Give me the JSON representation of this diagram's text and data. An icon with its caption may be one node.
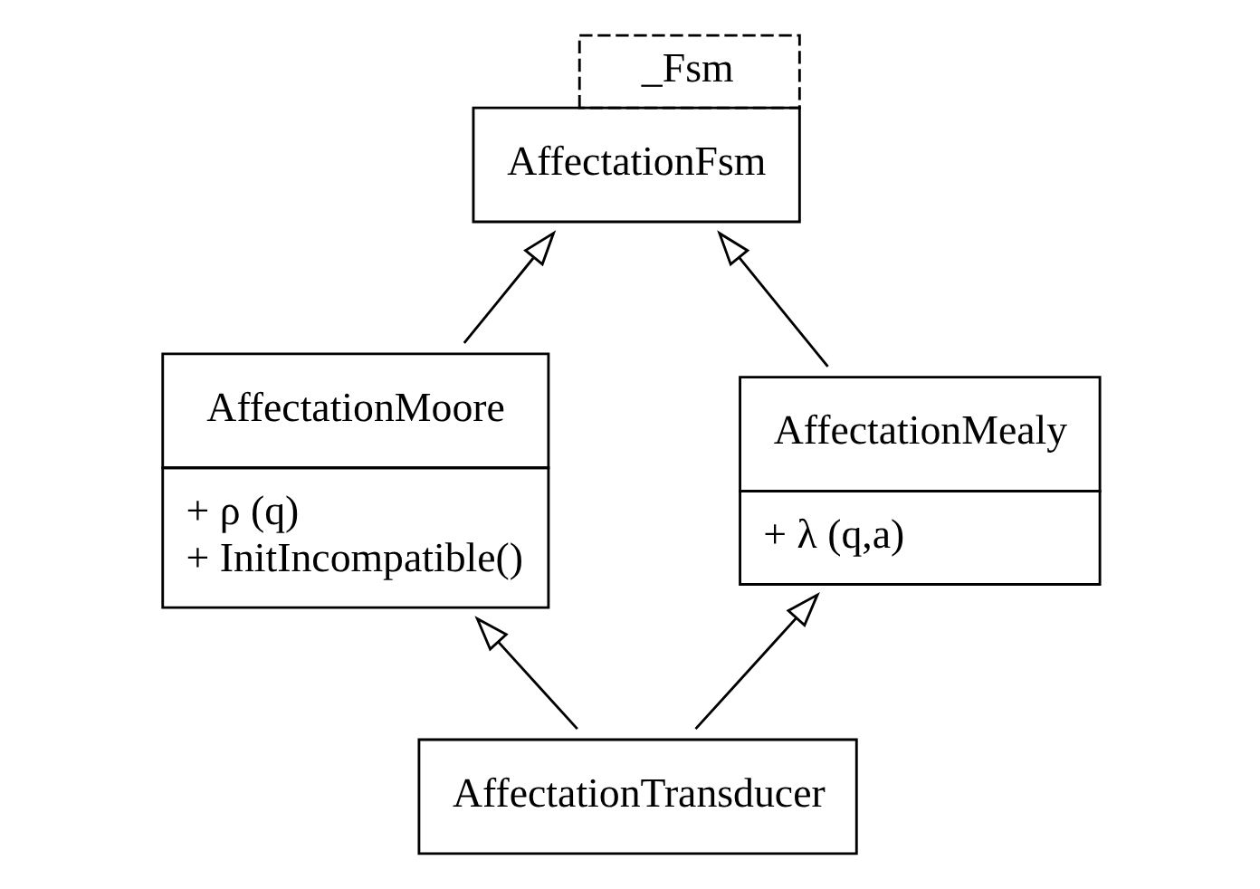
{
  "diagram": {
    "nodes": [
      {
        "text": [
          "AffectationFsm"
        ],
        "beside": [
          "_Fsm"
        ]
      },
      {
        "text": [
          "AffectationMoore",
          "+ ρ (q)",
          "+ InitIncompatible()"
        ]
      },
      {
        "text": [
          "AffectationMealy",
          "+ λ (q,a)"
        ]
      },
      {
        "text": [
          "AffectationTransducer"
        ]
      }
    ],
    "edges": [
      {
        "from": 1,
        "to": 0,
        "arrow": "to"
      },
      {
        "from": 2,
        "to": 0,
        "arrow": "to"
      },
      {
        "from": 3,
        "to": 1,
        "arrow": "to"
      },
      {
        "from": 3,
        "to": 2,
        "arrow": "to"
      }
    ]
  }
}
